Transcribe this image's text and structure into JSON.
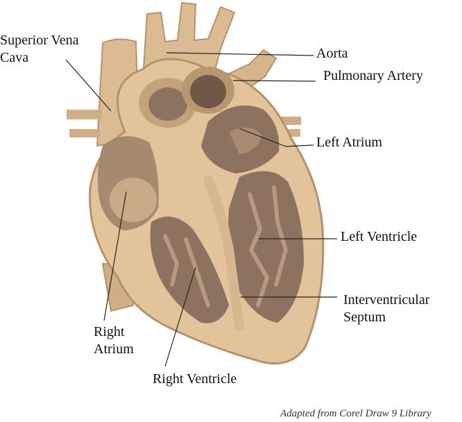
{
  "labels": {
    "superior_vena_cava": [
      "Superior Vena",
      "Cava"
    ],
    "aorta": "Aorta",
    "pulmonary_artery": "Pulmonary Artery",
    "left_atrium": "Left Atrium",
    "left_ventricle": "Left Ventricle",
    "interventricular_septum": [
      "Interventricular",
      "Septum"
    ],
    "right_atrium": [
      "Right",
      "Atrium"
    ],
    "right_ventricle": "Right Ventricle"
  },
  "credit": "Adapted from Corel Draw 9 Library",
  "colors": {
    "outer": "#e2c39a",
    "mid": "#c4a27a",
    "chamber": "#8c7360",
    "deep": "#6e5848",
    "light": "#f0d7b0",
    "line": "#222222"
  }
}
